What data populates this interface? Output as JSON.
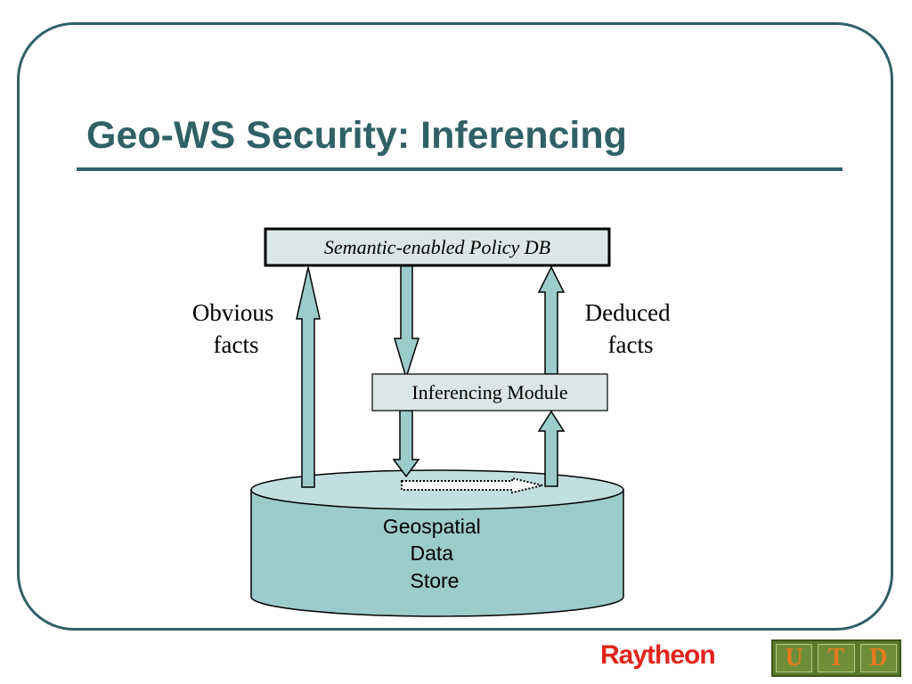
{
  "title": "Geo-WS Security: Inferencing",
  "diagram": {
    "policy_db_label": "Semantic-enabled Policy DB",
    "inferencing_module_label": "Inferencing Module",
    "left_label": [
      "Obvious",
      "facts"
    ],
    "right_label": [
      "Deduced",
      "facts"
    ],
    "store_label": [
      "Geospatial",
      "Data",
      "Store"
    ]
  },
  "logos": {
    "raytheon": "Raytheon",
    "utd": [
      "U",
      "T",
      "D"
    ]
  },
  "colors": {
    "theme": "#2f6166",
    "arrow_fill": "#9ccbcb",
    "box_fill": "#dde6e6",
    "store_fill": "#9ccbcb",
    "store_top": "#c2dfdf",
    "raytheon_red": "#e2231a"
  }
}
